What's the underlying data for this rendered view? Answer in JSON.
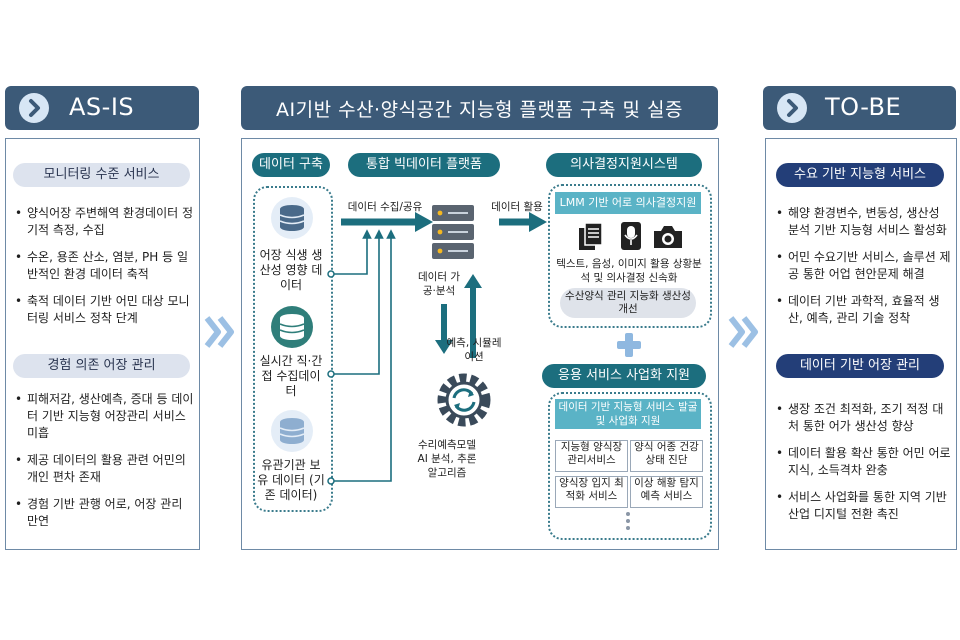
{
  "as_is": {
    "title": "AS-IS",
    "section1": {
      "label": "모니터링 수준 서비스",
      "bullets": [
        "양식어장 주변해역 환경데이터 정기적 측정, 수집",
        "수온, 용존 산소, 염분, PH 등 일반적인 환경 데이터 축적",
        "축적 데이터 기반 어민 대상 모니터링 서비스 정착 단계"
      ]
    },
    "section2": {
      "label": "경험 의존 어장 관리",
      "bullets": [
        "피해저감, 생산예측, 증대 등 데이터 기반 지능형 어장관리 서비스 미흡",
        "제공 데이터의 활용 관련 어민의 개인 편차 존재",
        "경험 기반 관행 어로, 어장 관리 만연"
      ]
    }
  },
  "center": {
    "title": "AI기반 수산·양식공간 지능형 플랫폼 구축 및 실증",
    "data_build": {
      "label": "데이터 구축",
      "items": [
        "어장 식생 생산성 영향 데이터",
        "실시간 직·간접 수집데이터",
        "유관기관 보유 데이터 (기존 데이터)"
      ]
    },
    "platform": {
      "label": "통합 빅데이터 플랫폼",
      "collect": "데이터 수집/공유",
      "use": "데이터 활용",
      "process": "데이터 가공·분석",
      "predict": "예측, 시뮬레이션",
      "model": "수리예측모델 AI 분석, 추론 알고리즘"
    },
    "decision": {
      "label": "의사결정지원시스템",
      "sub": "LMM 기반 어로 의사결정지원",
      "desc": "텍스트, 음성, 이미지 활용 상황분석 및 의사결정 신속화",
      "improve": "수산양식 관리 지능화 생산성 개선"
    },
    "service": {
      "label": "응용 서비스 사업화 지원",
      "sub": "데이터 기반 지능형 서비스 발굴 및 사업화 지원",
      "items": [
        "지능형 양식장 관리서비스",
        "양식 어종 건강상태 진단",
        "양식장 입지 최적화 서비스",
        "이상 해황 탐지 예측 서비스"
      ]
    }
  },
  "to_be": {
    "title": "TO-BE",
    "section1": {
      "label": "수요 기반 지능형 서비스",
      "bullets": [
        "해양 환경변수, 변동성, 생산성 분석 기반 지능형 서비스 활성화",
        "어민 수요기반 서비스, 솔루션 제공 통한 어업 현안문제 해결",
        "데이터 기반 과학적, 효율적 생산, 예측, 관리 기술 정착"
      ]
    },
    "section2": {
      "label": "데이터 기반 어장 관리",
      "bullets": [
        "생장 조건 최적화, 조기 적정 대처 통한 어가 생산성 향상",
        "데이터 활용 확산 통한 어민 어로지식, 소득격차 완충",
        "서비스 사업화를 통한 지역 기반산업 디지털 전환 촉진"
      ]
    }
  },
  "colors": {
    "banner": "#3c5a78",
    "teal": "#1c6e7e",
    "navy": "#233e78",
    "chevron": "#9cc0e4"
  }
}
